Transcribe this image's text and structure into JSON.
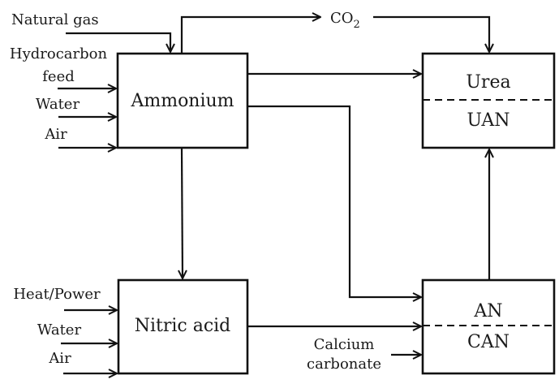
{
  "diagram": {
    "title": "",
    "nodes": {
      "ammonium": {
        "label": "Ammonium"
      },
      "nitric_acid": {
        "label": "Nitric acid"
      },
      "urea_uan": {
        "top_label": "Urea",
        "bottom_label": "UAN"
      },
      "an_can": {
        "top_label": "AN",
        "bottom_label": "CAN"
      }
    },
    "inputs": {
      "natural_gas": "Natural gas",
      "hydrocarbon_feed_line1": "Hydrocarbon",
      "hydrocarbon_feed_line2": "feed",
      "ammonium_water": "Water",
      "ammonium_air": "Air",
      "heat_power": "Heat/Power",
      "nitric_water": "Water",
      "nitric_air": "Air",
      "calcium_carbonate_line1": "Calcium",
      "calcium_carbonate_line2": "carbonate"
    },
    "intermediates": {
      "co2_main": "CO",
      "co2_sub": "2"
    },
    "edges": [
      {
        "from": "Natural gas",
        "to": "Ammonium"
      },
      {
        "from": "Hydrocarbon feed",
        "to": "Ammonium"
      },
      {
        "from": "Water",
        "to": "Ammonium"
      },
      {
        "from": "Air",
        "to": "Ammonium"
      },
      {
        "from": "Ammonium",
        "to": "CO2"
      },
      {
        "from": "CO2",
        "to": "Urea/UAN"
      },
      {
        "from": "Ammonium",
        "to": "Urea/UAN"
      },
      {
        "from": "Ammonium",
        "to": "AN/CAN"
      },
      {
        "from": "Ammonium",
        "to": "Nitric acid"
      },
      {
        "from": "Heat/Power",
        "to": "Nitric acid"
      },
      {
        "from": "Water",
        "to": "Nitric acid"
      },
      {
        "from": "Air",
        "to": "Nitric acid"
      },
      {
        "from": "Nitric acid",
        "to": "AN/CAN"
      },
      {
        "from": "Calcium carbonate",
        "to": "AN/CAN"
      },
      {
        "from": "AN/CAN",
        "to": "Urea/UAN"
      }
    ]
  }
}
